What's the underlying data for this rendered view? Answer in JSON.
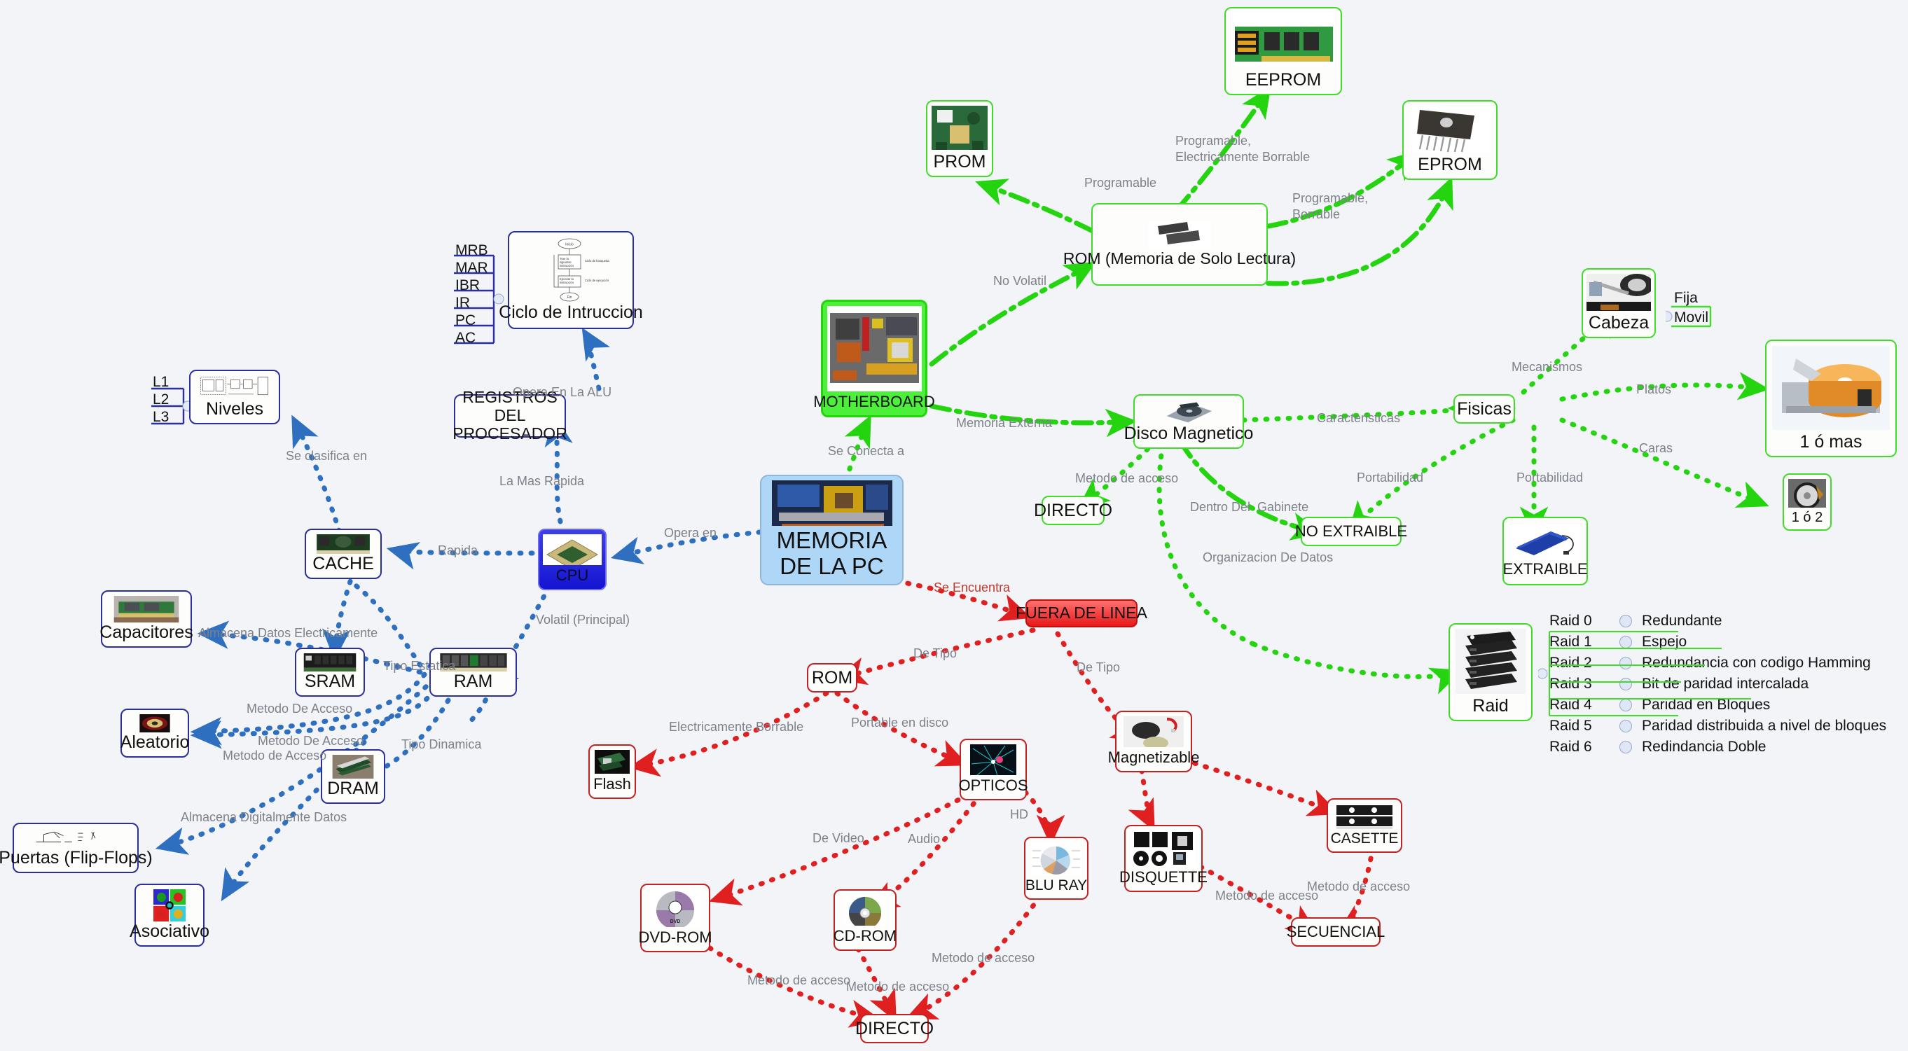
{
  "title": "MEMORIA DE LA PC",
  "theme": {
    "background": "#f2f4f8",
    "blue": "#2b2f9e",
    "green": "#3fdd28",
    "red": "#c32222",
    "label_gray": "#7d8189",
    "center_fill": "#aed6f7",
    "cpu_fill": "#1414d2",
    "motherboard_fill": "#4cf03a",
    "fuera_fill": "#e81818"
  },
  "center": {
    "line1": "MEMORIA",
    "line2": "DE LA PC"
  },
  "nodes": {
    "ciclo": "Ciclo de Intruccion",
    "registros": "REGISTROS DEL\nPROCESADOR",
    "niveles": "Niveles",
    "cache": "CACHE",
    "cpu": "CPU",
    "capacitores": "Capacitores",
    "sram": "SRAM",
    "ram": "RAM",
    "aleatorio": "Aleatorio",
    "dram": "DRAM",
    "puertas": "Puertas (Flip-Flops)",
    "asociativo": "Asociativo",
    "motherboard": "MOTHERBOARD",
    "rom_solo_lectura": "ROM\n(Memoria de Solo Lectura)",
    "prom": "PROM",
    "eeprom": "EEPROM",
    "eprom": "EPROM",
    "disco_magnetico": "Disco Magnetico",
    "directo_disco": "DIRECTO",
    "no_extraible": "NO EXTRAIBLE",
    "extraible": "EXTRAIBLE",
    "fisicas": "Fisicas",
    "cabeza": "Cabeza",
    "uno_o_mas": "1 ó mas",
    "uno_o_dos": "1 ó 2",
    "raid": "Raid",
    "fuera_de_linea": "FUERA DE LINEA",
    "rom_red": "ROM",
    "flash": "Flash",
    "opticos": "OPTICOS",
    "dvdrom": "DVD-ROM",
    "cdrom": "CD-ROM",
    "bluray": "BLU RAY",
    "directo_bottom": "DIRECTO",
    "magnetizable": "Magnetizable",
    "disquette": "DISQUETTE",
    "casette": "CASETTE",
    "secuencial": "SECUENCIAL"
  },
  "registros_list": [
    "MRB",
    "MAR",
    "IBR",
    "IR",
    "PC",
    "AC"
  ],
  "niveles_list": [
    "L1",
    "L2",
    "L3"
  ],
  "cabeza_list": [
    "Fija",
    "Movil"
  ],
  "raid_list": [
    {
      "level": "Raid 0",
      "desc": "Redundante"
    },
    {
      "level": "Raid 1",
      "desc": "Espejo"
    },
    {
      "level": "Raid 2",
      "desc": "Redundancia con codigo Hamming"
    },
    {
      "level": "Raid 3",
      "desc": "Bit de paridad intercalada"
    },
    {
      "level": "Raid 4",
      "desc": "Paridad en Bloques"
    },
    {
      "level": "Raid 5",
      "desc": "Paridad distribuida a nivel de bloques"
    },
    {
      "level": "Raid 6",
      "desc": "Redindancia Doble"
    }
  ],
  "ciclo_diagram": {
    "inicio": "Inicio",
    "step1": "Trae la siguiente instrucción",
    "step1_side": "Ciclo de busqueda",
    "step2": "Ejecutar la instrucción",
    "step2_side": "Ciclo de ejecución",
    "fin": "Fin"
  },
  "edge_labels": {
    "opera_en_la_alu": "Opera En La ALU",
    "se_clasifica_en": "Se clasifica en",
    "la_mas_rapida": "La Mas Rapida",
    "rapida": "Rapida",
    "opera_en": "Opera en",
    "volatil_principal": "Volatil (Principal)",
    "almacena_datos_electricamente": "Almacena Datos Electricamente",
    "tipo_estatica": "Tipo Estatica",
    "metodo_de_acceso_1": "Metodo De Acceso",
    "metodo_de_acceso_2": "Metodo De Acceso",
    "metodo_de_acceso_3": "Metodo de Acceso",
    "tipo_dinamica": "Tipo Dinamica",
    "almacena_digitalmente_datos": "Almacena Digitalmente Datos",
    "se_conecta_a": "Se Conecta a",
    "no_volatil": "No Volatil",
    "memoria_externa": "Memoria Externa",
    "programable": "Programable",
    "programable_electricamente_borrable": "Programable,\nElectricamente Borrable",
    "programable_borrable": "Programable,\nBorrable",
    "caracteristicas": "Caracteristicas",
    "mecanismos": "Mecanismos",
    "platos": "Platos",
    "caras": "Caras",
    "portabilidad_1": "Portabilidad",
    "portabilidad_2": "Portabilidad",
    "metodo_de_acceso_disco": "Metodo de acceso",
    "dentro_del_gabinete": "Dentro Del  Gabinete",
    "organizacion_de_datos": "Organizacion De Datos",
    "se_encuentra": "Se Encuentra",
    "de_tipo_1": "De Tipo",
    "de_tipo_2": "De Tipo",
    "portable_en_disco": "Portable en disco",
    "electricamente_borrable": "Electricamente Borrable",
    "de_video": "De Video",
    "audio": "Audio",
    "hd": "HD",
    "metodo_de_acceso_dvd": "Metodo de acceso",
    "metodo_de_acceso_cd": "Metodo de acceso",
    "metodo_de_acceso_bluray": "Metodo de acceso",
    "metodo_de_acceso_disq": "Metodo de acceso",
    "metodo_de_acceso_cas": "Metodo de acceso"
  }
}
